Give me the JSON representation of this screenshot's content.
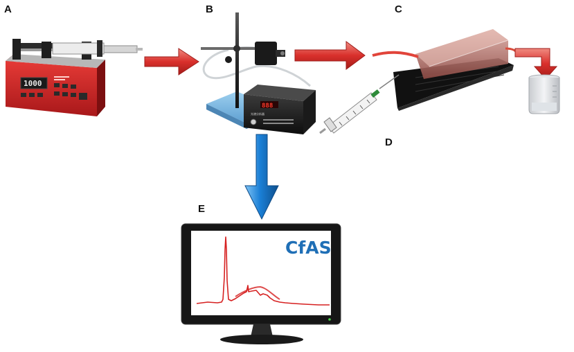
{
  "panels": {
    "a": "A",
    "b": "B",
    "c": "C",
    "d": "D",
    "e": "E"
  },
  "pump_display": "1000",
  "meter_display": "888",
  "meter_caption": "光谱分析器",
  "monitor_brand": "CfAS",
  "colors": {
    "flow_arrow": "#d9302c",
    "signal_arrow": "#1a7fd6",
    "spectrum": "#d62020",
    "brand_text": "#1f6fb6"
  }
}
